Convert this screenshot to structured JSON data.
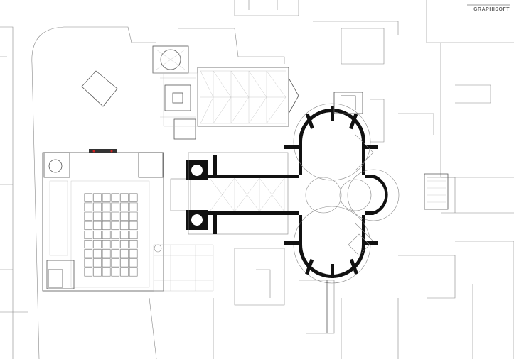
{
  "title_block": {
    "brand": "GRAPHISOFT"
  },
  "colors": {
    "wall": "#111111",
    "line": "#888888",
    "accent": "#d22222",
    "background": "#ffffff"
  },
  "cloister_grid": {
    "columns": 6,
    "rows": 9
  }
}
